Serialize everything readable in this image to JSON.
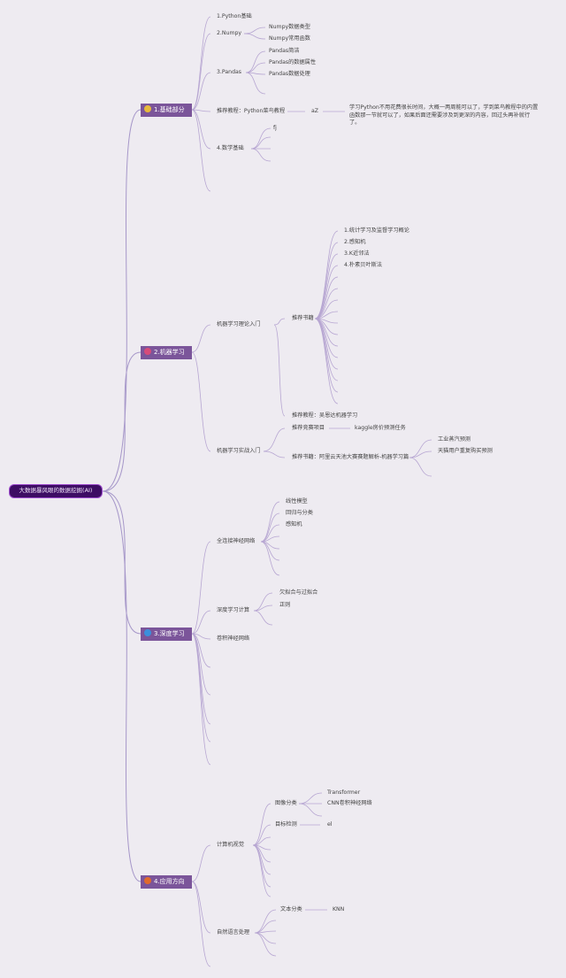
{
  "root": "大数据暴风眼的数据挖掘(AI)",
  "branches": [
    {
      "label": "1.基础部分",
      "icon": "smile-icon",
      "color": "#e8b93c",
      "nodes": [
        "1.Python基础",
        "2.Numpy",
        "Numpy数据类型",
        "Numpy常用函数",
        "3.Pandas",
        "Pandas简洁",
        "Pandas的数据属性",
        "Pandas数据处理",
        "推荐教程：Python菜鸟教程",
        "aZ",
        "学习Python不用花费很长时间，大概一两周能可以了，学到菜鸟教程中的内置函数那一节就可以了，如果后面还需要涉及到更深的内容，回过头再补就行了。",
        "4.数学基础",
        "fj"
      ]
    },
    {
      "label": "2.机器学习",
      "icon": "heart-icon",
      "color": "#d64b7a",
      "nodes": [
        "机器学习理论入门",
        "推荐书籍",
        "1.统计学习及监督学习概论",
        "2.感知机",
        "3.K近邻法",
        "4.朴素贝叶斯法",
        "推荐教程：吴恩达机器学习",
        "机器学习实战入门",
        "推荐竞赛项目",
        "kaggle房价预测任务",
        "推荐书籍：阿里云天池大赛赛题解析-机器学习篇",
        "工业蒸汽预测",
        "天猫用户重复购买预测"
      ]
    },
    {
      "label": "3.深度学习",
      "icon": "globe-icon",
      "color": "#3b8fdc",
      "nodes": [
        "全连接神经网络",
        "线性模型",
        "回归与分类",
        "感知机",
        "深度学习计算",
        "欠拟合与过拟合",
        "正则",
        "卷积神经网络"
      ]
    },
    {
      "label": "4.应用方向",
      "icon": "flame-icon",
      "color": "#e06a2c",
      "nodes": [
        "计算机视觉",
        "图像分类",
        "Transformer",
        "CNN卷积神经网络",
        "目标检测",
        "el",
        "自然语言处理",
        "文本分类",
        "KNN"
      ]
    }
  ]
}
